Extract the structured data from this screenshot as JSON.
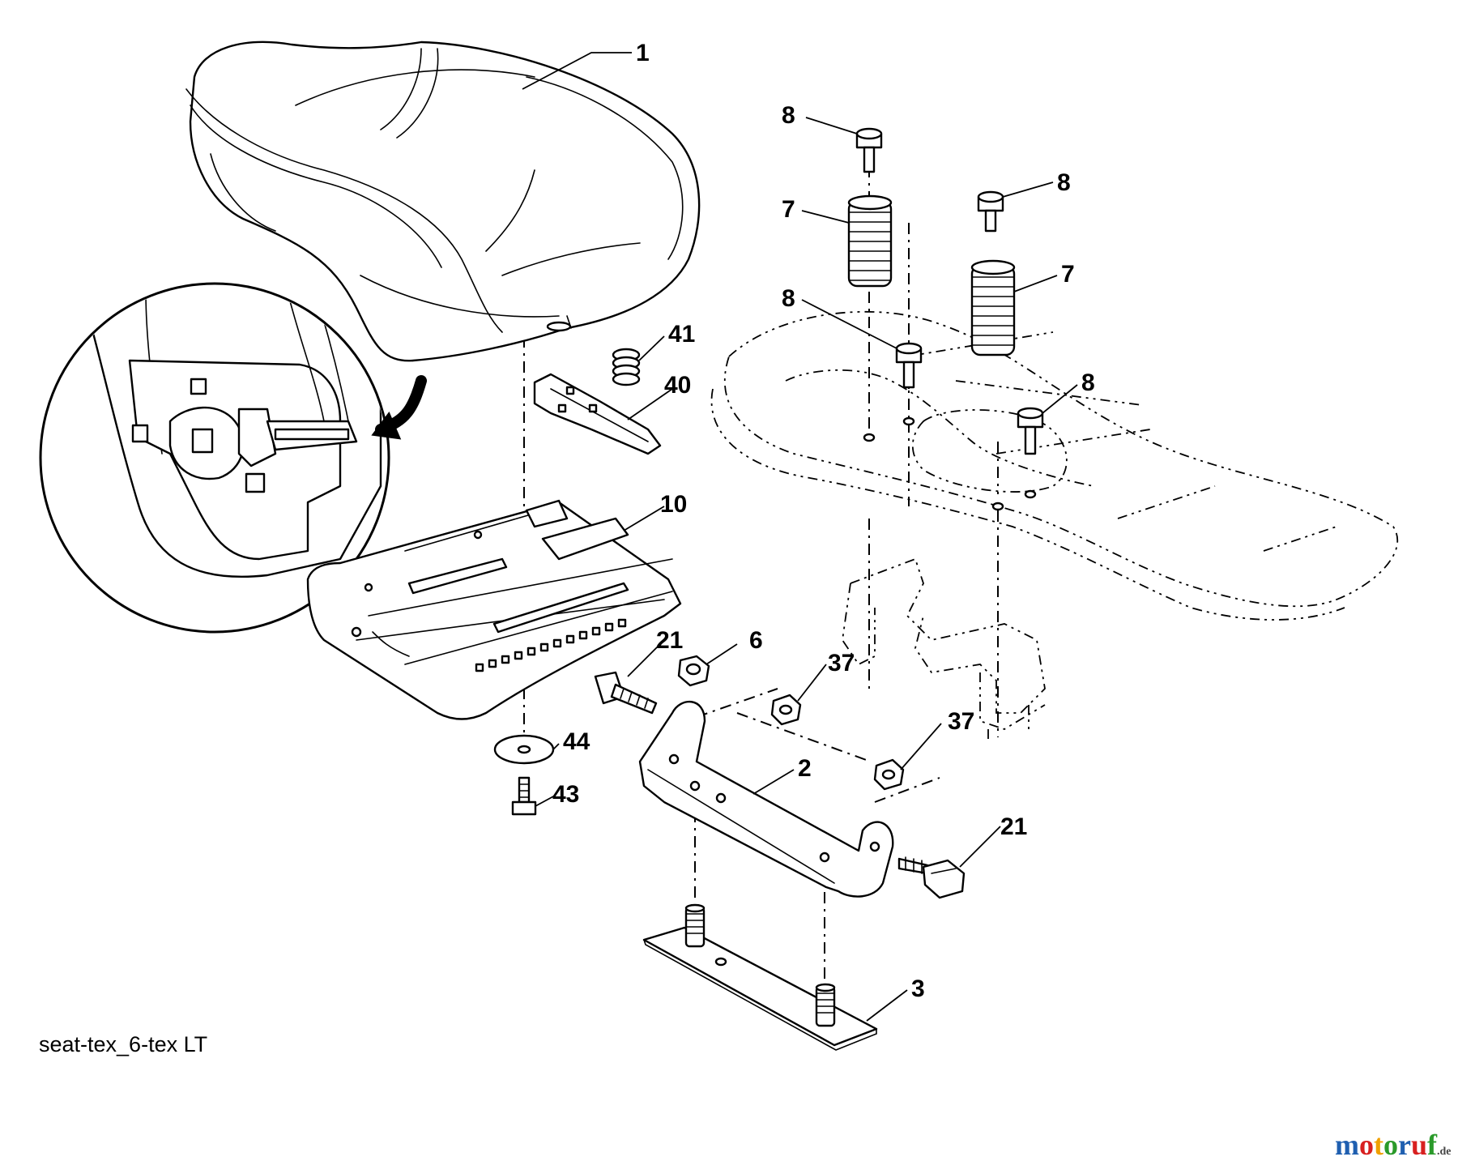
{
  "diagram": {
    "caption": "seat-tex_6-tex LT",
    "watermark": {
      "letters": [
        "m",
        "o",
        "t",
        "o",
        "r",
        "u",
        "f"
      ],
      "letter_colors": [
        "#1f5fb0",
        "#d82020",
        "#f0a000",
        "#2a9a2a",
        "#1f5fb0",
        "#d82020",
        "#2a9a2a"
      ],
      "suffix": ".de"
    },
    "callouts": [
      {
        "id": "c1",
        "label": "1"
      },
      {
        "id": "c8a",
        "label": "8"
      },
      {
        "id": "c7a",
        "label": "7"
      },
      {
        "id": "c8b",
        "label": "8"
      },
      {
        "id": "c7b",
        "label": "7"
      },
      {
        "id": "c8c",
        "label": "8"
      },
      {
        "id": "c41",
        "label": "41"
      },
      {
        "id": "c40",
        "label": "40"
      },
      {
        "id": "c8d",
        "label": "8"
      },
      {
        "id": "c10",
        "label": "10"
      },
      {
        "id": "c21a",
        "label": "21"
      },
      {
        "id": "c6",
        "label": "6"
      },
      {
        "id": "c37a",
        "label": "37"
      },
      {
        "id": "c37b",
        "label": "37"
      },
      {
        "id": "c44",
        "label": "44"
      },
      {
        "id": "c2",
        "label": "2"
      },
      {
        "id": "c43",
        "label": "43"
      },
      {
        "id": "c21b",
        "label": "21"
      },
      {
        "id": "c3",
        "label": "3"
      }
    ]
  }
}
